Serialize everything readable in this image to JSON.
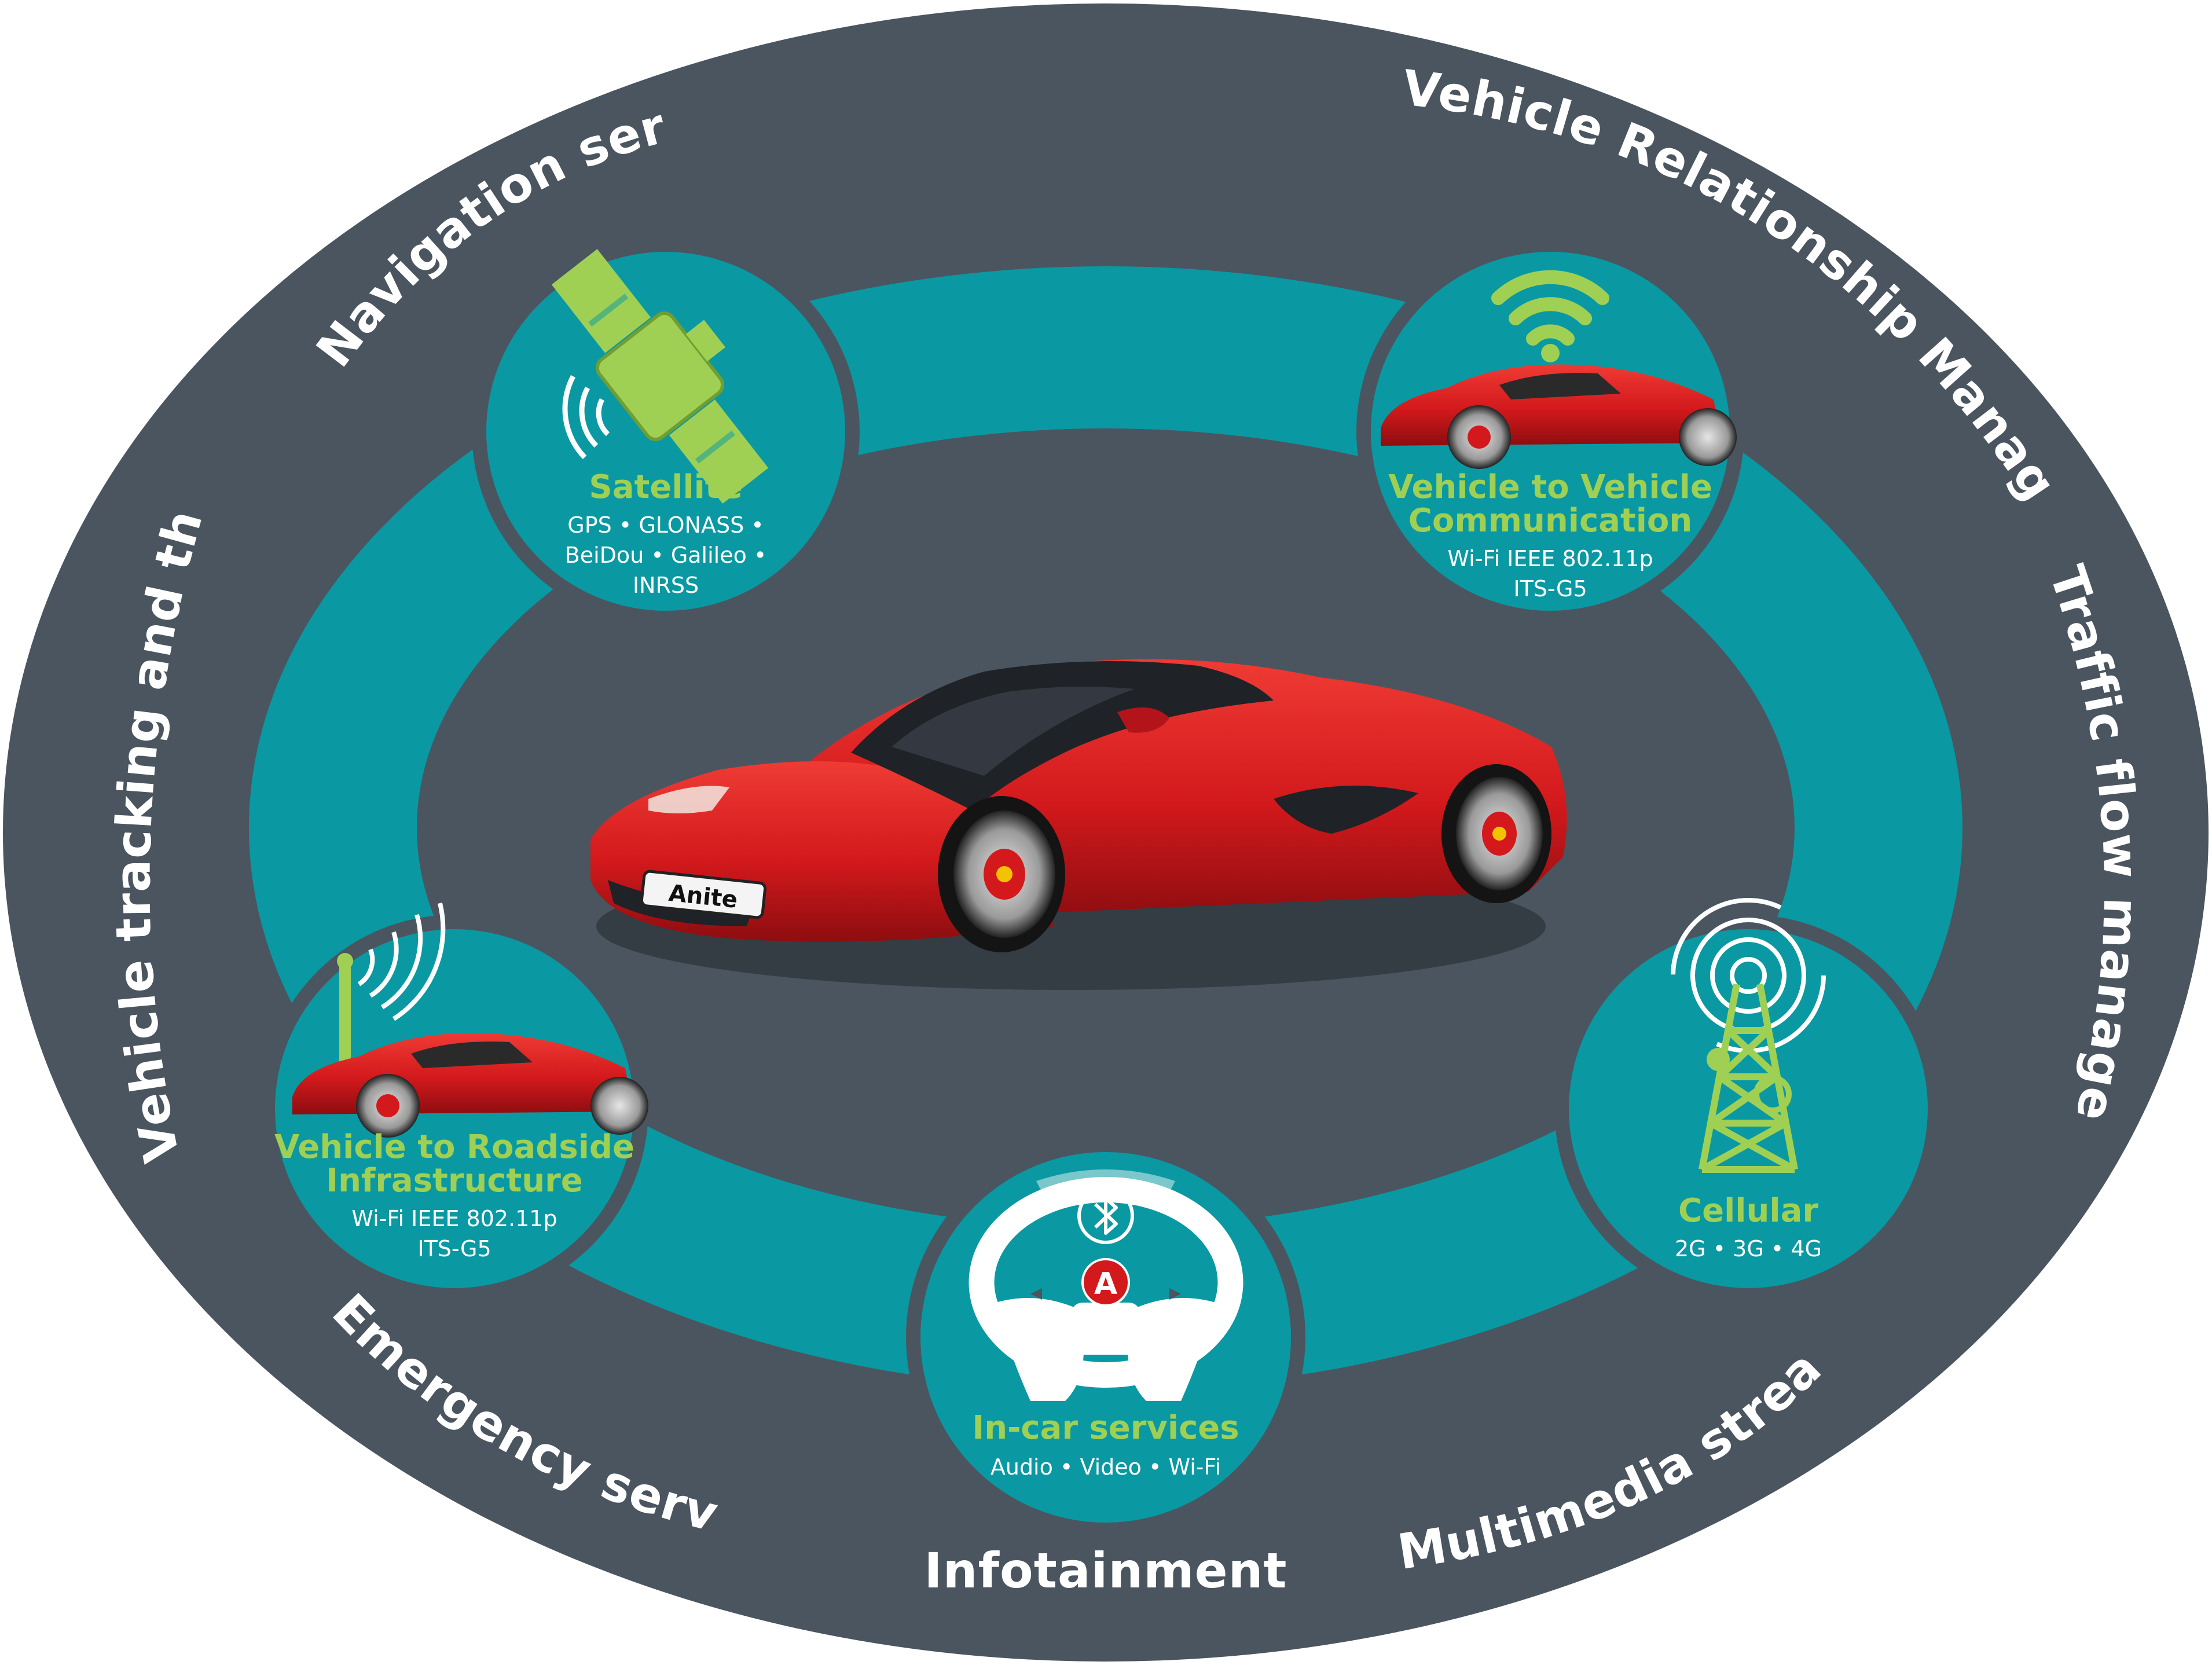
{
  "colors": {
    "outer_ring": "#4a5560",
    "teal_ring": "#0a99a2",
    "inner_core": "#4a5560",
    "node_fill": "#0a99a2",
    "node_border": "#4a5560",
    "accent_green": "#9fd054",
    "car_red": "#d3191c"
  },
  "outer_labels": {
    "navigation": "Navigation services",
    "vrm": "Vehicle Relationship Management",
    "traffic": "Traffic flow management",
    "multimedia": "Multimedia streaming",
    "infotainment": "Infotainment",
    "emergency": "Emergency services",
    "tracking": "Vehicle tracking and theft alert"
  },
  "nodes": {
    "satellite": {
      "icon": "satellite-icon",
      "title": "Satellite",
      "line1": "GPS • GLONASS •",
      "line2": "BeiDou • Galileo •",
      "line3": "INRSS"
    },
    "v2v": {
      "icon": "wifi-icon",
      "title_line1": "Vehicle to Vehicle",
      "title_line2": "Communication",
      "line1": "Wi-Fi IEEE 802.11p",
      "line2": "ITS-G5"
    },
    "v2i": {
      "icon": "roadside-antenna-icon",
      "title_line1": "Vehicle to Roadside",
      "title_line2": "Infrastructure",
      "line1": "Wi-Fi IEEE 802.11p",
      "line2": "ITS-G5"
    },
    "incar": {
      "icon": "steering-wheel-icon",
      "title": "In-car services",
      "line1": "Audio • Video • Wi-Fi",
      "badge": "A"
    },
    "cellular": {
      "icon": "cell-tower-icon",
      "title": "Cellular",
      "line1": "2G • 3G • 4G"
    }
  },
  "car": {
    "plate": "Anite"
  }
}
